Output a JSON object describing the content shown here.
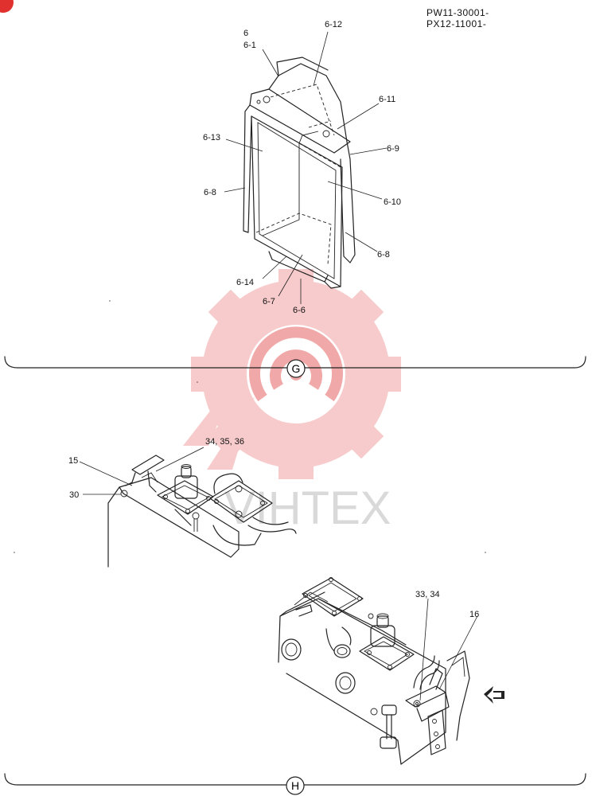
{
  "serials": [
    "PW11-30001-",
    "PX12-11001-"
  ],
  "watermark": "VIHTEX",
  "sections": {
    "g": "G",
    "h": "H"
  },
  "callouts": {
    "c6": "6",
    "c6_1": "6-1",
    "c6_12": "6-12",
    "c6_11": "6-11",
    "c6_9": "6-9",
    "c6_13": "6-13",
    "c6_8_left": "6-8",
    "c6_10": "6-10",
    "c6_8_right": "6-8",
    "c6_14": "6-14",
    "c6_7": "6-7",
    "c6_6": "6-6",
    "c15": "15",
    "c30": "30",
    "c34_35_36": "34, 35, 36",
    "c33_34": "33, 34",
    "c16": "16"
  },
  "colors": {
    "watermark_gear": "#f6c3c3",
    "watermark_arc": "#ef9a9a",
    "watermark_text": "#d9d9d9",
    "corner_badge": "#e0312f"
  }
}
